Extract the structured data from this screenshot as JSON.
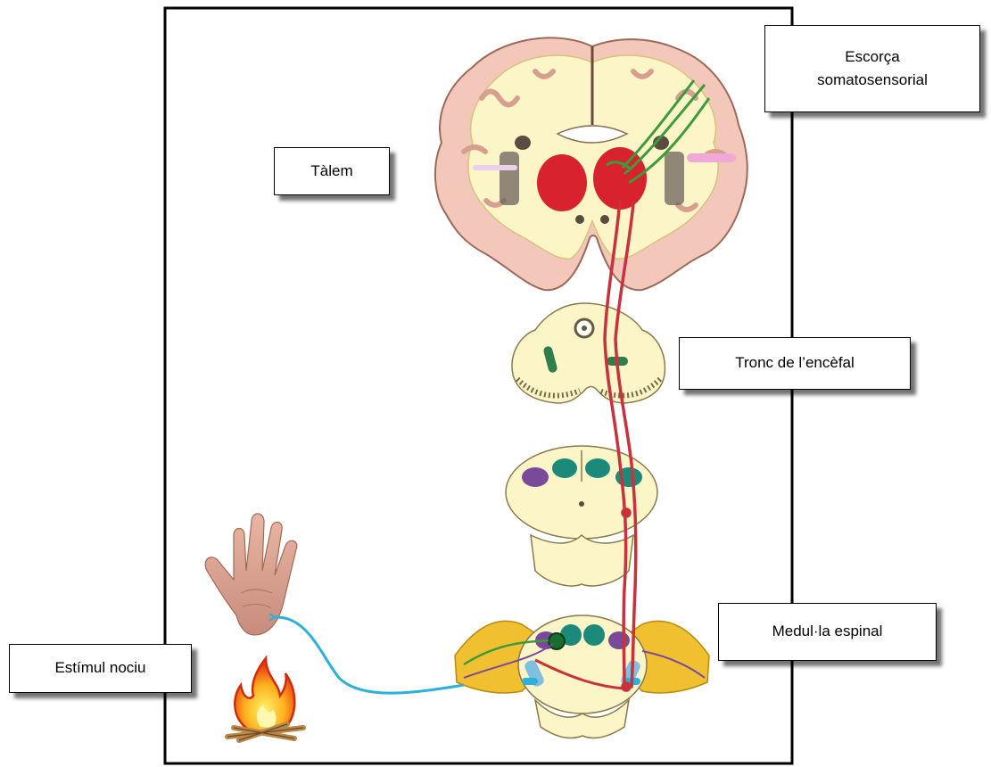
{
  "labels": {
    "cortex": "Escorça\nsomatosensorial",
    "cortex_line1": "Escorça",
    "cortex_line2": "somatosensorial",
    "thalamus": "Tàlem",
    "brainstem": "Tronc de l’encèfal",
    "spinal_cord": "Medul·la espinal",
    "stimulus": "Estímul nociu"
  },
  "colors": {
    "pathway": "#c8323c",
    "sensory_nerve": "#2fb0d8",
    "green_fiber": "#3f9a3b",
    "tissue": "#fbf5c8",
    "cortex_gray": "#f2c4b8",
    "thalamus_nucleus": "#d8222e",
    "frame": "#000000"
  }
}
